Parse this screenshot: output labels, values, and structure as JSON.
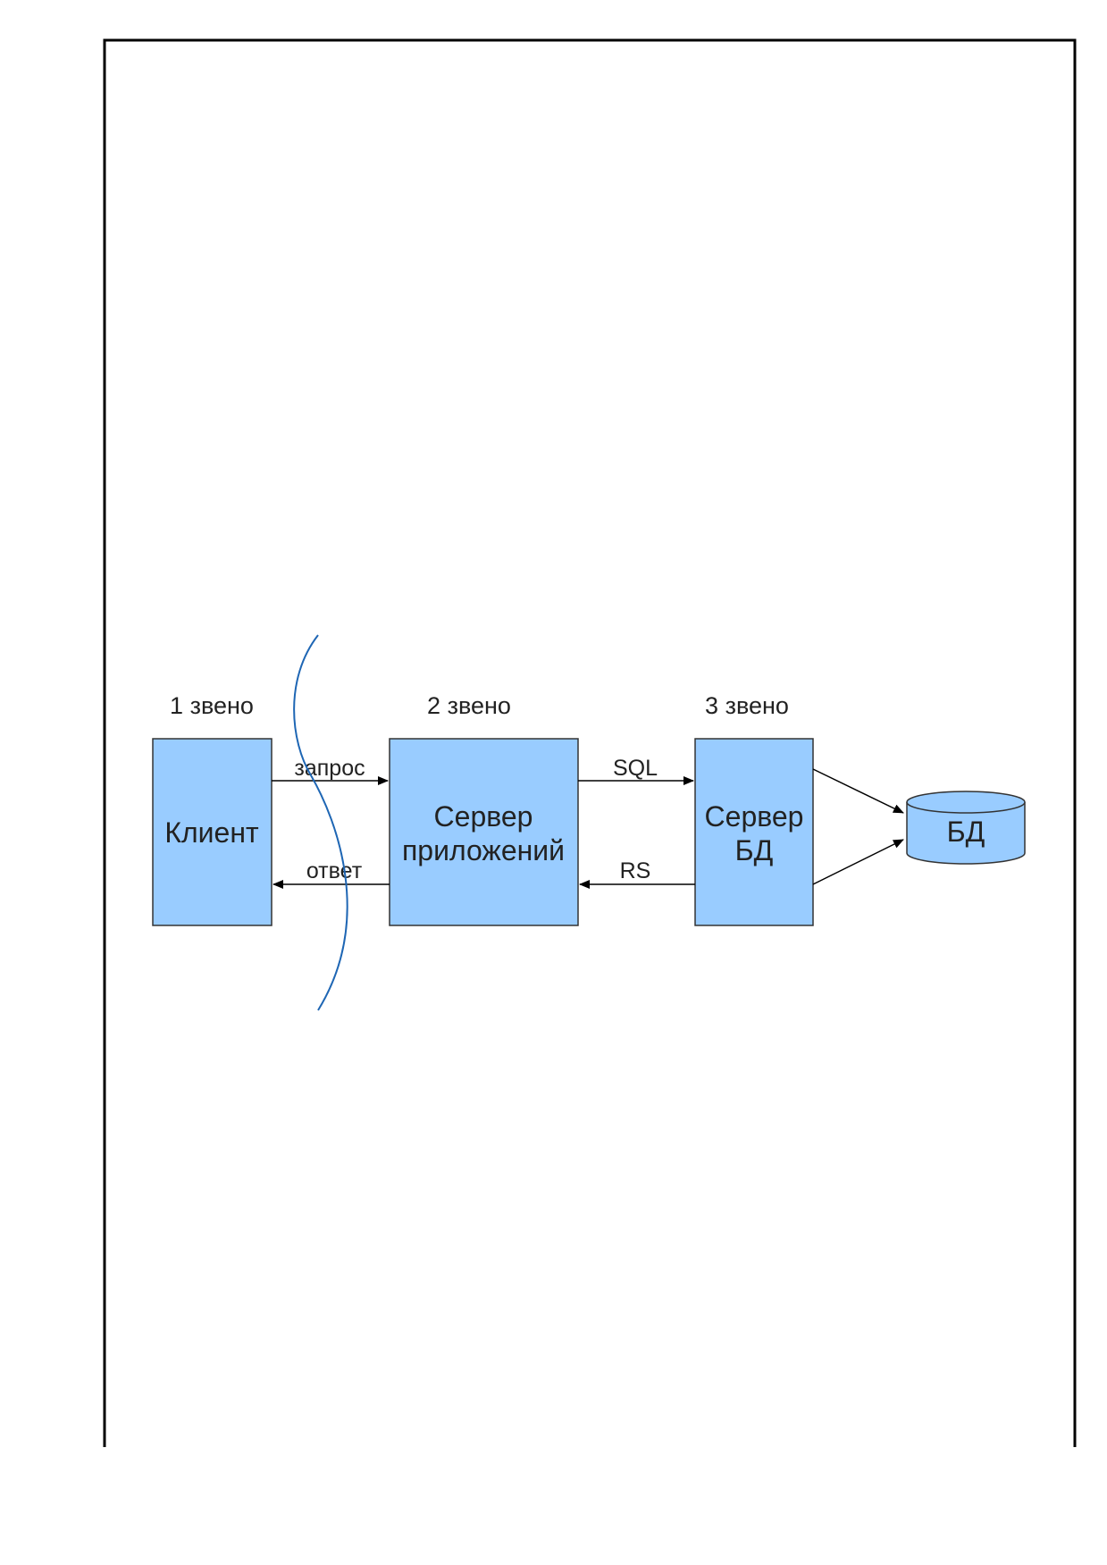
{
  "tiers": [
    {
      "label": "1 звено"
    },
    {
      "label": "2 звено"
    },
    {
      "label": "3 звено"
    }
  ],
  "boxes": {
    "client": {
      "label": "Клиент"
    },
    "app_server": {
      "line1": "Сервер",
      "line2": "приложений"
    },
    "db_server": {
      "line1": "Сервер",
      "line2": "БД"
    },
    "database": {
      "label": "БД"
    }
  },
  "arrows": {
    "request": "запрос",
    "response": "ответ",
    "sql": "SQL",
    "rs": "RS"
  },
  "colors": {
    "box_fill": "#99CCFF",
    "box_stroke": "#333333",
    "divider_curve": "#1E66B4",
    "frame": "#000000"
  }
}
